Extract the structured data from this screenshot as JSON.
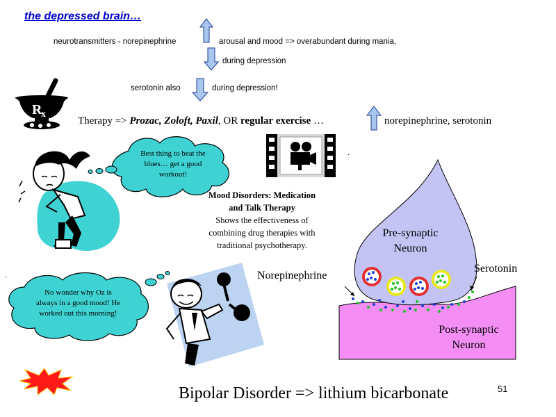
{
  "title": "the depressed brain…",
  "lines": {
    "norepi_left": "neurotransmitters - norepinephrine",
    "norepi_right": "arousal and mood => overabundant during mania,",
    "during_depression": "during depression",
    "serotonin_left": "serotonin also",
    "serotonin_right": "during depression!"
  },
  "therapy": {
    "prefix": "Therapy => ",
    "drugs": "Prozac, Zoloft, Paxil",
    "or": ", OR ",
    "exercise": "regular exercise",
    "ellipsis": " …",
    "suffix": "norepinephrine, serotonin"
  },
  "cloud_top": "Best thing to beat the blues… get a good workout!",
  "cloud_bottom": "No wonder why Oz is always in a good mood! He worked out this morning!",
  "mood_block": {
    "heading_1": "Mood Disorders: Medication",
    "heading_2": "and Talk Therapy",
    "body_1": "Shows the effectiveness of",
    "body_2": "combining drug therapies with",
    "body_3": "traditional psychotherapy."
  },
  "synapse": {
    "presynaptic_1": "Pre-synaptic",
    "presynaptic_2": "Neuron",
    "postsynaptic_1": "Post-synaptic",
    "postsynaptic_2": "Neuron",
    "norepinephrine": "Norepinephrine",
    "serotonin": "Serotonin"
  },
  "bipolar": "Bipolar Disorder => lithium bicarbonate",
  "page_number": "51",
  "icons": [
    "mortar-pestle-rx-icon",
    "up-arrow-icon",
    "down-arrow-icon",
    "film-camera-icon",
    "starburst-icon"
  ],
  "colors": {
    "title": "#0000cc",
    "arrow_fill": "#a9c6ee",
    "cloud_fill": "#3fd2d2",
    "presynaptic_fill": "#c3c3f4",
    "postsynaptic_fill": "#f48ef4",
    "blue_square": "#bcd4f2"
  }
}
